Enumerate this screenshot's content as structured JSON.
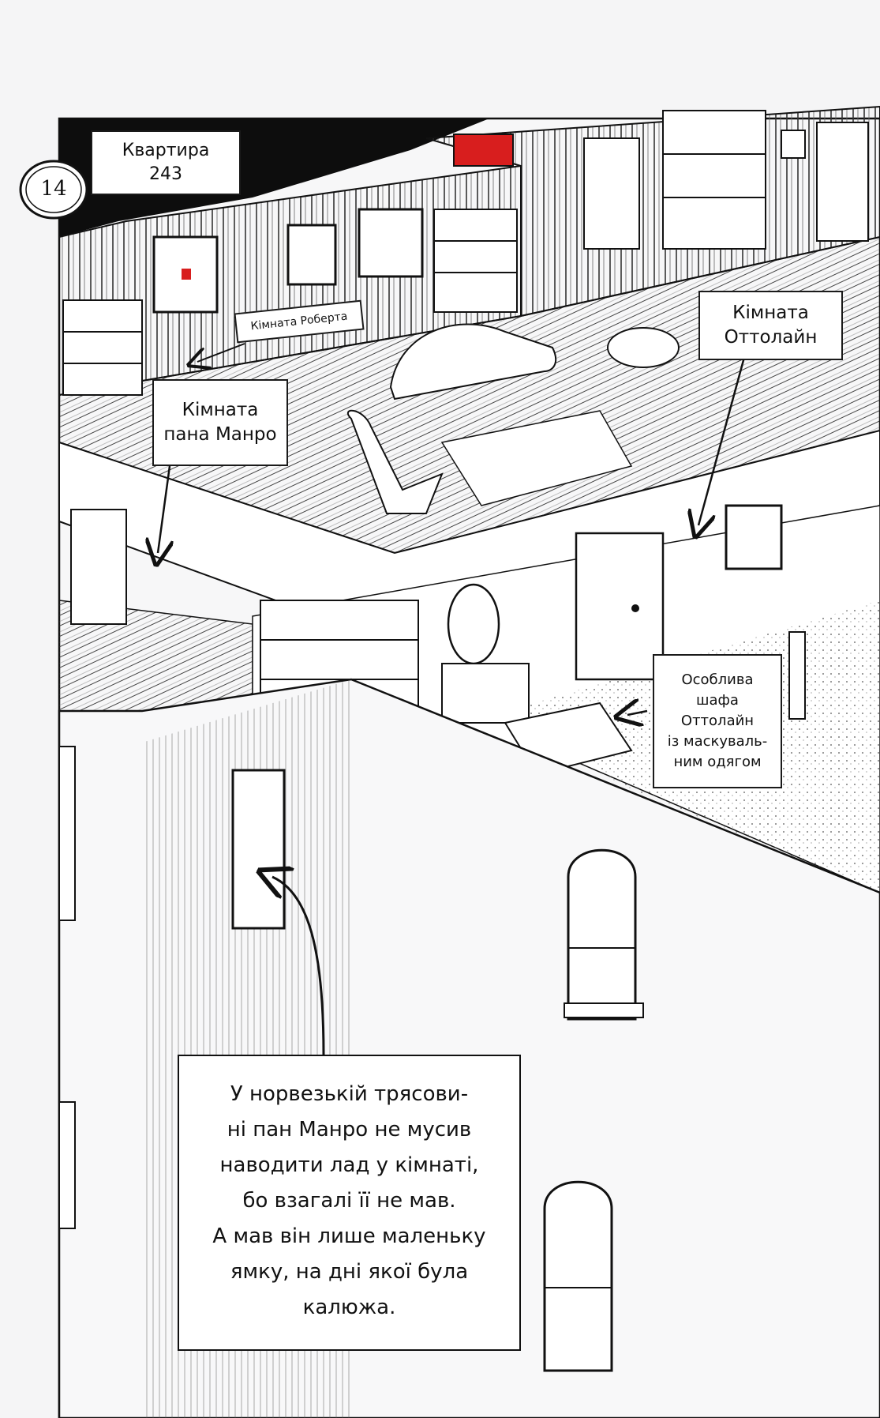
{
  "page": {
    "number": "14"
  },
  "labels": {
    "apartment": [
      "Квартира",
      "243"
    ],
    "robert_room": "Кімната Роберта",
    "ottoline_room": [
      "Кімната",
      "Оттолайн"
    ],
    "munro_room": [
      "Кімната",
      "пана Манро"
    ],
    "wardrobe": [
      "Особлива",
      "шафа",
      "Оттолайн",
      "із маскуваль-",
      "ним одягом"
    ]
  },
  "narration": {
    "lines": [
      "У норвезькій трясови-",
      "ні пан Манро не мусив",
      "наводити лад у кімнаті,",
      "бо взагалі її не мав.",
      "А мав він лише маленьку",
      "ямку, на дні якої була",
      "калюжа."
    ]
  },
  "colors": {
    "ink": "#111111",
    "paper": "#f5f5f6",
    "accent_red": "#d81e1e"
  }
}
